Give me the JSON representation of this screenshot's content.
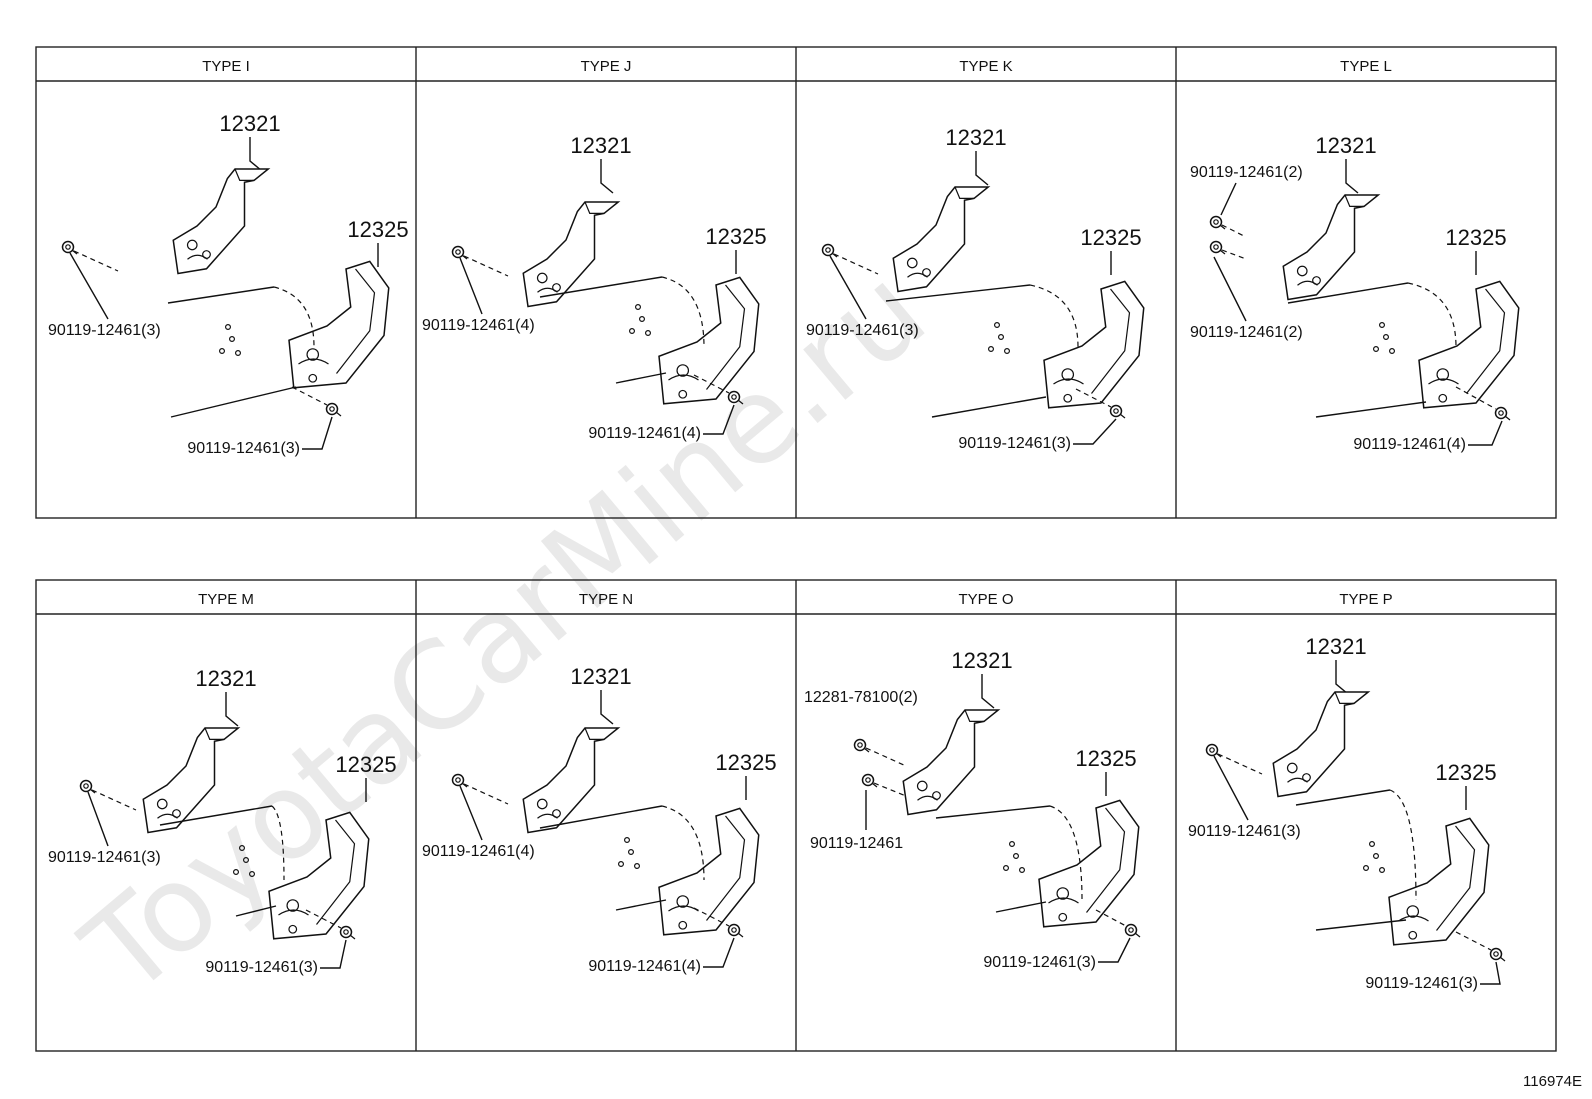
{
  "figure_code": "116974E",
  "watermark": "ToyotaCarMine.ru",
  "panels": [
    {
      "title": "TYPE I",
      "top_part": "12321",
      "bottom_part": "12325",
      "bolts": [
        "90119-12461(3)",
        "90119-12461(3)"
      ]
    },
    {
      "title": "TYPE J",
      "top_part": "12321",
      "bottom_part": "12325",
      "bolts": [
        "90119-12461(4)",
        "90119-12461(4)"
      ]
    },
    {
      "title": "TYPE K",
      "top_part": "12321",
      "bottom_part": "12325",
      "bolts": [
        "90119-12461(3)",
        "90119-12461(3)"
      ]
    },
    {
      "title": "TYPE L",
      "top_part": "12321",
      "bottom_part": "12325",
      "bolts": [
        "90119-12461(2)",
        "90119-12461(2)",
        "90119-12461(4)"
      ]
    },
    {
      "title": "TYPE M",
      "top_part": "12321",
      "bottom_part": "12325",
      "bolts": [
        "90119-12461(3)",
        "90119-12461(3)"
      ]
    },
    {
      "title": "TYPE N",
      "top_part": "12321",
      "bottom_part": "12325",
      "bolts": [
        "90119-12461(4)",
        "90119-12461(4)"
      ]
    },
    {
      "title": "TYPE O",
      "top_part": "12321",
      "bottom_part": "12325",
      "bolts": [
        "12281-78100(2)",
        "90119-12461",
        "90119-12461(3)"
      ]
    },
    {
      "title": "TYPE P",
      "top_part": "12321",
      "bottom_part": "12325",
      "bolts": [
        "90119-12461(3)",
        "90119-12461(3)"
      ]
    }
  ]
}
